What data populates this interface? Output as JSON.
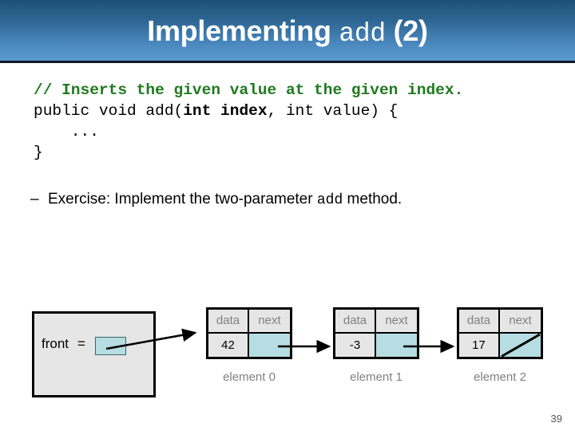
{
  "slide": {
    "title_main": "Implementing",
    "title_mono": "add",
    "title_tail": "(2)",
    "page_number": "39"
  },
  "code": {
    "line_comment": "// Inserts the given value at the given index.",
    "line_sig_pre": "public void add(",
    "line_sig_bold": "int index",
    "line_sig_post": ", int value) {",
    "line_body": "    ...",
    "line_close": "}"
  },
  "bullet": {
    "dash": "–",
    "text_pre": "Exercise: Implement the two-parameter ",
    "text_mono": "add",
    "text_post": " method."
  },
  "diagram": {
    "front_label": "front",
    "front_equals": "=",
    "column_headers": {
      "data": "data",
      "next": "next"
    },
    "nodes": [
      {
        "data": "42",
        "next_is_null": false,
        "label": "element 0"
      },
      {
        "data": "-3",
        "next_is_null": false,
        "label": "element 1"
      },
      {
        "data": "17",
        "next_is_null": true,
        "label": "element 2"
      }
    ]
  },
  "colors": {
    "header_top": "#1c4f7c",
    "header_bottom": "#5a99d0",
    "pointer_cell": "#b6dde1",
    "box_fill": "#e6e6e6",
    "comment_green": "#1f7a1f",
    "label_gray": "#808080"
  }
}
